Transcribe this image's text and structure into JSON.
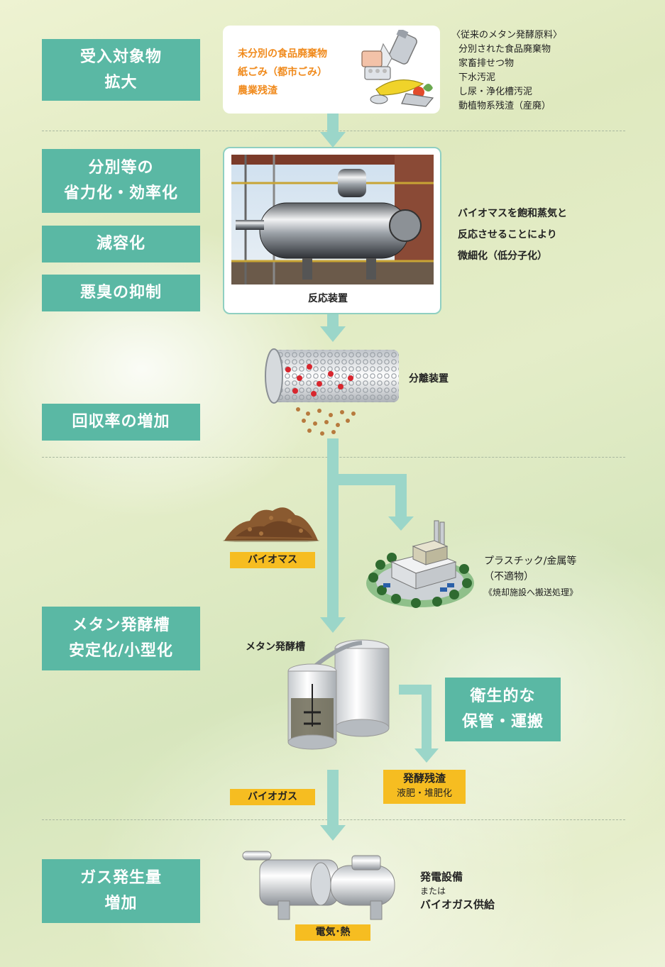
{
  "stages": [
    {
      "label": "受入対象物\n拡大"
    },
    {
      "label": "分別等の\n省力化・効率化"
    },
    {
      "label": "減容化"
    },
    {
      "label": "悪臭の抑制"
    },
    {
      "label": "回収率の増加"
    },
    {
      "label": "メタン発酵槽\n安定化/小型化"
    },
    {
      "label": "ガス発生量\n増加"
    }
  ],
  "intake": {
    "lines": [
      "未分別の食品廃棄物",
      "紙ごみ（都市ごみ）",
      "農業残渣"
    ],
    "conventional_title": "〈従来のメタン発酵原料〉",
    "conventional_items": [
      "分別された食品廃棄物",
      "家畜排せつ物",
      "下水汚泥",
      "し尿・浄化槽汚泥",
      "動植物系残渣（産廃）"
    ]
  },
  "reactor": {
    "caption": "反応装置",
    "description": [
      "バイオマスを飽和蒸気と",
      "反応させることにより",
      "微細化（低分子化）"
    ]
  },
  "separator": {
    "caption": "分離装置"
  },
  "biomass_tag": "バイオマス",
  "plastic": {
    "lines": [
      "プラスチック/金属等",
      "（不適物）"
    ],
    "note": "《焼却施設へ搬送処理》"
  },
  "digester": {
    "caption": "メタン発酵槽"
  },
  "hygiene": {
    "label": "衛生的な\n保管・運搬"
  },
  "residue": {
    "line1": "発酵残渣",
    "line2": "液肥・堆肥化"
  },
  "biogas_tag": "バイオガス",
  "power": {
    "line1": "発電設備",
    "line2": "または",
    "line3": "バイオガス供給"
  },
  "output_tag": "電気･熱",
  "colors": {
    "label_bg": "#5ab8a4",
    "flow": "#9bd6c9",
    "tag": "#f6bd21",
    "orange_text": "#f08a1c"
  }
}
